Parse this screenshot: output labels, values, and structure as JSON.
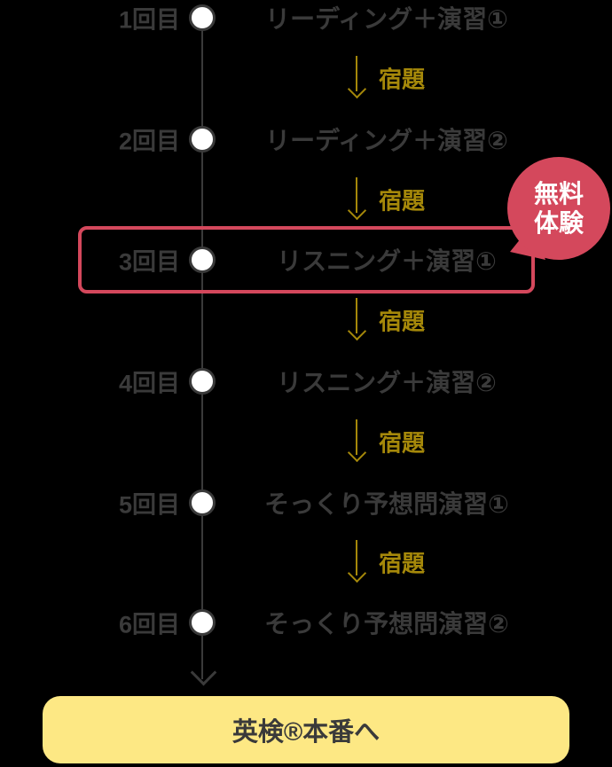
{
  "colors": {
    "background": "#000000",
    "text_dark": "#3a3a3a",
    "homework_gold": "#a5880a",
    "highlight_red": "#d4485c",
    "button_yellow": "#fde884",
    "dot_fill": "#ffffff"
  },
  "timeline": {
    "rows": [
      {
        "label": "1回目",
        "title": "リーディング＋演習①",
        "highlighted": false
      },
      {
        "label": "2回目",
        "title": "リーディング＋演習②",
        "highlighted": false
      },
      {
        "label": "3回目",
        "title": "リスニング＋演習①",
        "highlighted": true
      },
      {
        "label": "4回目",
        "title": "リスニング＋演習②",
        "highlighted": false
      },
      {
        "label": "5回目",
        "title": "そっくり予想問演習①",
        "highlighted": false
      },
      {
        "label": "6回目",
        "title": "そっくり予想問演習②",
        "highlighted": false
      }
    ],
    "homework_label": "宿題"
  },
  "badge": {
    "line1": "無料",
    "line2": "体験"
  },
  "footer_button": {
    "label": "英検®本番へ"
  }
}
